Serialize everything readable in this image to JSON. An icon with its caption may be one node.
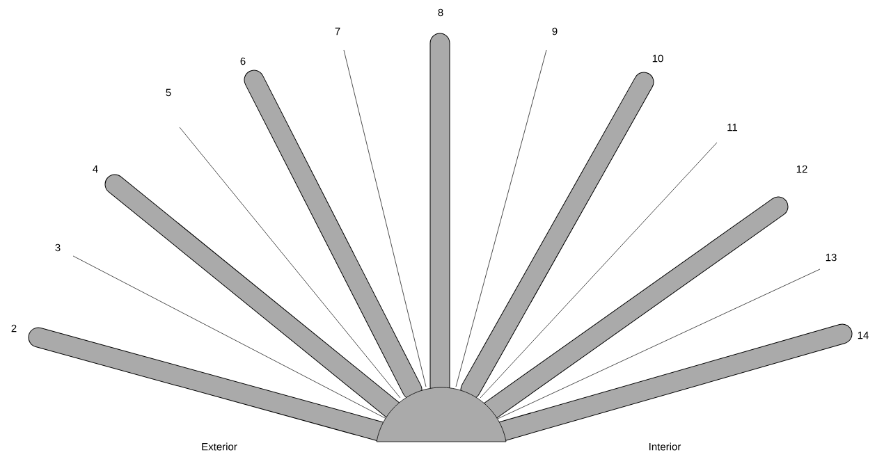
{
  "diagram": {
    "labels": [
      "2",
      "3",
      "4",
      "5",
      "6",
      "7",
      "8",
      "9",
      "10",
      "11",
      "12",
      "13",
      "14",
      "Exterior",
      "Interior"
    ]
  }
}
